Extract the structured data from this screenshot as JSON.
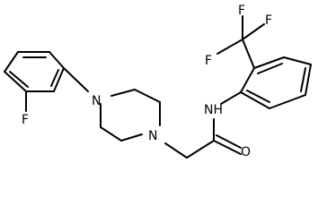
{
  "molecule": {
    "atom_labels": {
      "f_aryl": "F",
      "n_piperazine_top": "N",
      "n_piperazine_bottom": "N",
      "o_carbonyl": "O",
      "nh_amide": "NH",
      "f_cf3_left": "F",
      "f_cf3_top": "F",
      "f_cf3_right": "F"
    },
    "colors": {
      "bond": "#000000",
      "text": "#000000",
      "background": "#ffffff"
    }
  }
}
